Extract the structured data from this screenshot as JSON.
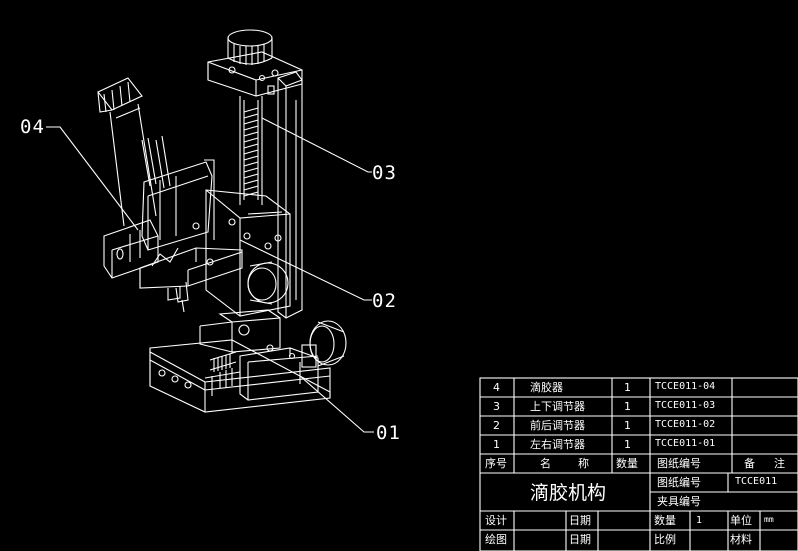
{
  "callouts": [
    "01",
    "02",
    "03",
    "04"
  ],
  "parts_list": {
    "header": {
      "seq": "序号",
      "name_a": "名",
      "name_b": "称",
      "qty": "数量",
      "drawing_no": "图纸编号",
      "remark_a": "备",
      "remark_b": "注"
    },
    "rows": [
      {
        "seq": "4",
        "name": "滴胶器",
        "qty": "1",
        "drawing_no": "TCCE011-04"
      },
      {
        "seq": "3",
        "name": "上下调节器",
        "qty": "1",
        "drawing_no": "TCCE011-03"
      },
      {
        "seq": "2",
        "name": "前后调节器",
        "qty": "1",
        "drawing_no": "TCCE011-02"
      },
      {
        "seq": "1",
        "name": "左右调节器",
        "qty": "1",
        "drawing_no": "TCCE011-01"
      }
    ]
  },
  "title_block": {
    "title": "滴胶机构",
    "drawing_no_label": "图纸编号",
    "drawing_no_value": "TCCE011",
    "fixture_no_label": "夹具编号",
    "design_label": "设计",
    "date_label": "日期",
    "qty_label": "数量",
    "qty_value": "1",
    "unit_label": "单位",
    "unit_value": "mm",
    "draw_label": "绘图",
    "date_label_2": "日期",
    "scale_label": "比例",
    "material_label": "材料"
  },
  "colors": {
    "background": "#000000",
    "lines": "#ffffff"
  }
}
